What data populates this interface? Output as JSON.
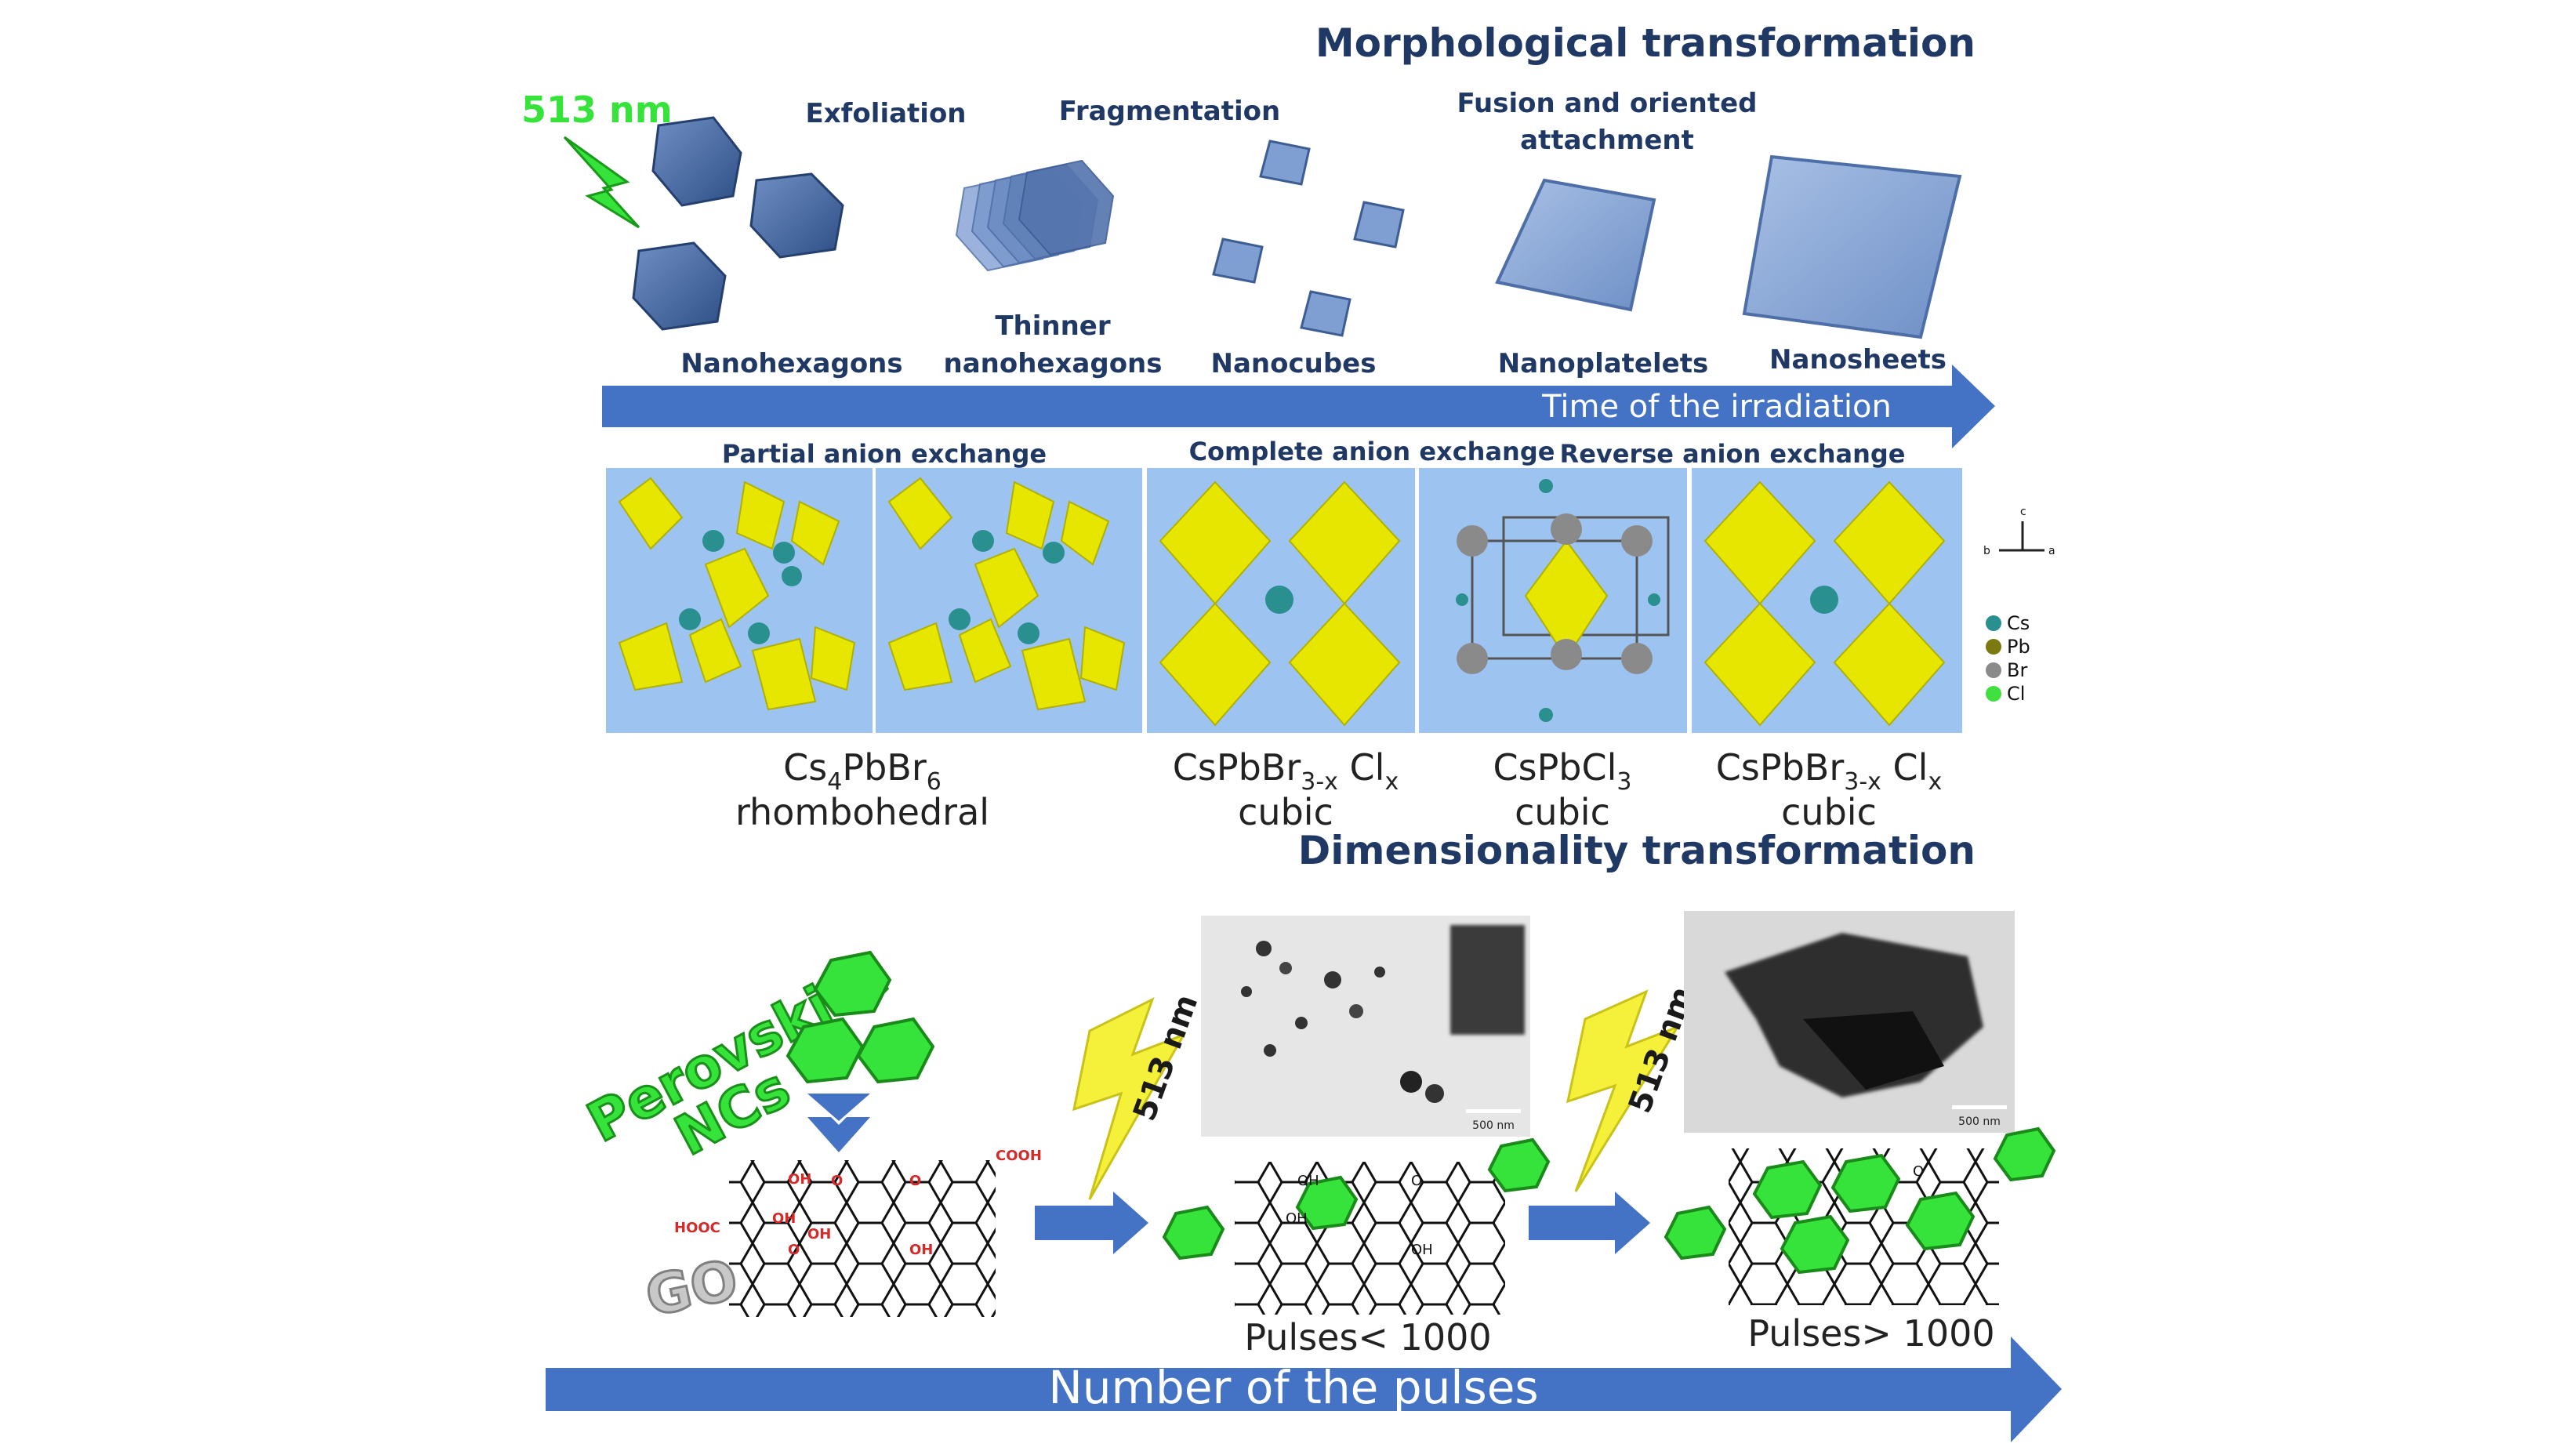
{
  "colors": {
    "navy": "#1f3864",
    "arrow_blue": "#4472c4",
    "crystal_bg": "#9dc3f0",
    "octahedron": "#e6e600",
    "laser_green": "#35e33a",
    "bolt_yellow": "#f5f03a",
    "go_red": "#d42a2a"
  },
  "titles": {
    "morphological": "Morphological transformation",
    "dimensionality": "Dimensionality transformation"
  },
  "laser": {
    "wavelength": "513 nm"
  },
  "morphology": {
    "steps": [
      "Exfoliation",
      "Fragmentation",
      "Fusion and oriented",
      "attachment"
    ],
    "shapes": {
      "nanohexagons": "Nanohexagons",
      "thinner_1": "Thinner",
      "thinner_2": "nanohexagons",
      "nanocubes": "Nanocubes",
      "nanoplatelets": "Nanoplatelets",
      "nanosheets": "Nanosheets"
    },
    "time_arrow": "Time of the irradiation"
  },
  "exchange": {
    "partial": "Partial anion exchange",
    "complete": "Complete anion exchange",
    "reverse": "Reverse anion exchange"
  },
  "structures": [
    {
      "formula_main": "Cs",
      "sub1": "4",
      "mid": "PbBr",
      "sub2": "6",
      "phase": "rhombohedral"
    },
    {
      "formula_main": "CsPbBr",
      "sub1": "3-x",
      "mid": " Cl",
      "sub2": "x",
      "phase": "cubic"
    },
    {
      "formula_main": "CsPbCl",
      "sub1": "3",
      "mid": "",
      "sub2": "",
      "phase": "cubic"
    },
    {
      "formula_main": "CsPbBr",
      "sub1": "3-x",
      "mid": " Cl",
      "sub2": "x",
      "phase": "cubic"
    }
  ],
  "legend": [
    {
      "label": "Cs",
      "color": "#2a8f8f"
    },
    {
      "label": "Pb",
      "color": "#7a7a10"
    },
    {
      "label": "Br",
      "color": "#8a8a8a"
    },
    {
      "label": "Cl",
      "color": "#3fe03f"
    }
  ],
  "axes_icon": {
    "c": "c",
    "b": "b",
    "a": "a"
  },
  "dimensionality": {
    "perovskite": "Perovskite",
    "ncs": "NCs",
    "go": "GO",
    "groups": {
      "cooh": "COOH",
      "hooc": "HOOC",
      "oh": "OH",
      "o": "O"
    },
    "pulses_lt": "Pulses< 1000",
    "pulses_gt": "Pulses> 1000",
    "scale_bar": "500 nm",
    "pulses_arrow": "Number of the pulses"
  }
}
